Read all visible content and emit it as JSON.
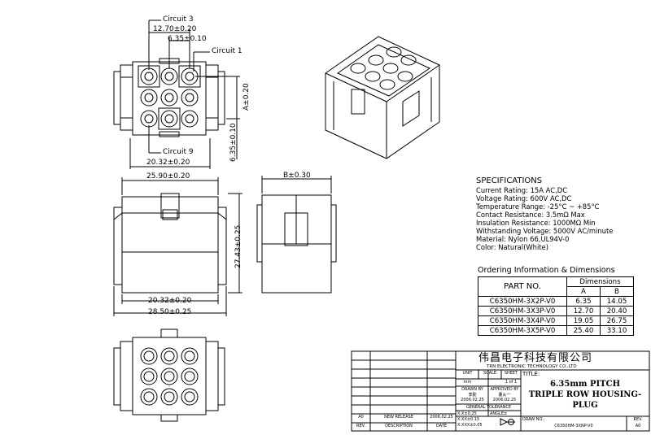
{
  "top_view": {
    "circuit3": "Circuit 3",
    "circuit1": "Circuit 1",
    "circuit9": "Circuit 9",
    "dim_12_70": "12.70±0.20",
    "dim_6_35": "6.35±0.10",
    "dim_A": "A±0.20",
    "dim_6_35v": "6.35±0.10",
    "dim_20_32": "20.32±0.20"
  },
  "front_view": {
    "dim_25_90": "25.90±0.20",
    "dim_27_43": "27.43±0.25",
    "dim_20_32": "20.32±0.20",
    "dim_28_50": "28.50±0.25"
  },
  "side_view": {
    "dim_B": "B±0.30"
  },
  "specifications": {
    "title": "SPECIFICATIONS",
    "lines": [
      "Current Rating:  15A AC,DC",
      "Voltage Rating:  600V AC,DC",
      "Temperature Range:  -25°C ~ +85°C",
      "Contact Resistance:  3.5mΩ Max",
      "Insulation Resistance:  1000MΩ Min",
      "Withstanding Voltage:  5000V AC/minute",
      "Material:  Nylon 66,UL94V-0",
      "Color:  Natural(White)"
    ]
  },
  "ordering": {
    "title": "Ordering Information & Dimensions",
    "part_header": "PART NO.",
    "dims_header": "Dimensions",
    "col_a": "A",
    "col_b": "B",
    "rows": [
      {
        "part": "C6350HM-3X2P-V0",
        "a": "6.35",
        "b": "14.05"
      },
      {
        "part": "C6350HM-3X3P-V0",
        "a": "12.70",
        "b": "20.40"
      },
      {
        "part": "C6350HM-3X4P-V0",
        "a": "19.05",
        "b": "26.75"
      },
      {
        "part": "C6350HM-3X5P-V0",
        "a": "25.40",
        "b": "33.10"
      }
    ]
  },
  "title_block": {
    "company_cn": "伟昌电子科技有限公司",
    "company_en": "TRN ELECTRONIC TECHNOLOGY CO.,LTD",
    "unit_label": "UNIT",
    "unit_value": "mm",
    "scale_label": "SCALE",
    "sheet_label": "SHEET",
    "sheet_value": "1 of 1",
    "title_label": "TITLE:",
    "title_line1": "6.35mm PITCH",
    "title_line2": "TRIPLE ROW HOUSING-",
    "title_line3": "PLUG",
    "drawn_by_label": "DRAWN BY",
    "drawn_by_name": "李勤",
    "drawn_date": "2006.02.25",
    "approved_label": "APPROVED BY",
    "approved_name": "董从一",
    "approved_date": "2006.02.25",
    "tolerance_label": "GENERAL TOLERANCE",
    "tol1": "X.X±0.25",
    "tol2": "X.XX±0.15",
    "tol3": "X.XXX±0.05",
    "angle_label": "ANGLE±",
    "draw_no_label": "DRAW NO.:",
    "draw_no_value": "C6350HM-3XNP-V0",
    "rev_label": "REV.",
    "rev_value": "A0",
    "rev_row_rev": "A0",
    "rev_row_desc": "NEW RELEASE",
    "rev_row_date": "2006.02.25",
    "rev_header": "REV.",
    "desc_header": "DESCRIPTION",
    "date_header": "DATE"
  }
}
